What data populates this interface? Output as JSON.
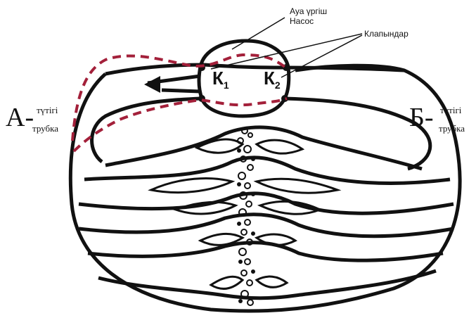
{
  "labels": {
    "pump_line1": "Ауа үргіш",
    "pump_line2": "Насос",
    "valves": "Клапындар",
    "tube_a_letter": "А-",
    "tube_a_word1": "түтігі",
    "tube_a_word2": "трубка",
    "tube_b_letter": "Б-",
    "tube_b_word1": "түтігі",
    "tube_b_word2": "трубка",
    "valve1_letter": "К",
    "valve1_index": "1",
    "valve2_letter": "К",
    "valve2_index": "2"
  },
  "colors": {
    "outline": "#111111",
    "air_path": "#a3203a"
  }
}
